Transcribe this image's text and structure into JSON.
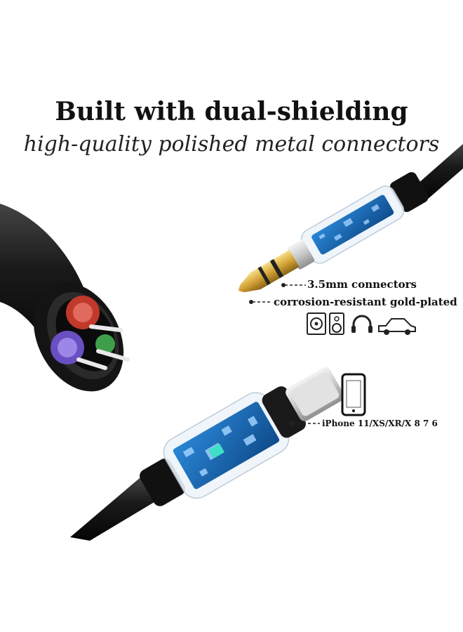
{
  "headline": "Built with dual-shielding",
  "subheadline": "high-quality polished metal connectors",
  "callouts": {
    "aux": "3.5mm connectors",
    "plating": "corrosion-resistant gold-plated",
    "compat": "iPhone 11/XS/XR/X 8 7 6"
  },
  "icons": [
    "speaker-icon",
    "loudspeaker-icon",
    "headphones-icon",
    "car-icon",
    "smartphone-icon"
  ],
  "colors": {
    "cable": "#1a1a1a",
    "gold": "#d4a236",
    "pcb": "#1e6fb8",
    "wire_red": "#c0392b",
    "wire_purple": "#6a4fc2",
    "wire_green": "#3f9e4a"
  }
}
